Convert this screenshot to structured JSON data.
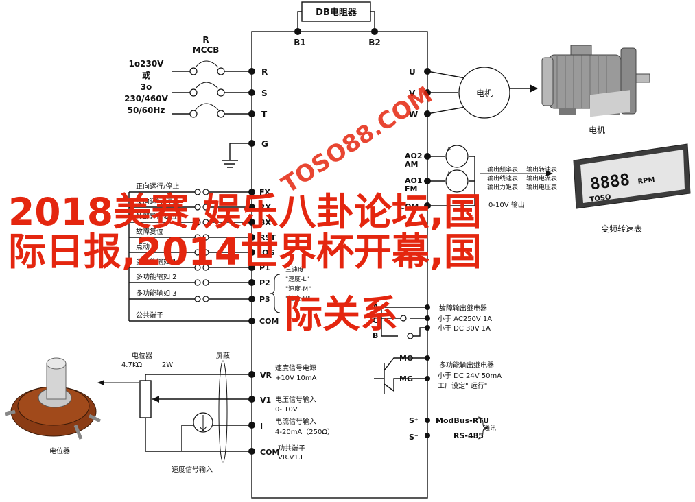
{
  "top_box": {
    "label": "DB电阻器",
    "b1": "B1",
    "b2": "B2"
  },
  "power": {
    "r_label": "R",
    "mccb": "MCCB",
    "input_lines": [
      "1o230V",
      "或",
      "3o",
      "230/460V",
      "50/60Hz"
    ],
    "terminals": [
      "R",
      "S",
      "T"
    ],
    "ground": "G"
  },
  "motor_out": {
    "terminals": [
      "U",
      "V",
      "W"
    ],
    "motor_circle": "电机",
    "motor_caption": "电机"
  },
  "analog_out": {
    "ao2_lines": [
      "AO2",
      "AM"
    ],
    "ao1_lines": [
      "AO1",
      "FM"
    ],
    "com": "COM",
    "desc_lines": [
      "输出频率表",
      "输出线速表",
      "输出力矩表"
    ],
    "desc2_lines": [
      "输出转速表",
      "输出电流表",
      "输出电压表"
    ],
    "range": "0-10V 输出"
  },
  "meter": {
    "brand": "TOSO",
    "digits": "8888",
    "unit": "RPM",
    "caption": "变频转速表"
  },
  "digital_in": {
    "labels": [
      "正向运行/停止",
      "反向运行/停止",
      "外部异常复位",
      "故障复位",
      "点动",
      "多功能输如 1",
      "多功能输如 2",
      "多功能输如 3",
      "公共端子"
    ],
    "terminals": [
      "FX",
      "RX",
      "BX",
      "RST",
      "JOG",
      "P1",
      "P2",
      "P3",
      "COM"
    ],
    "speed_title": "三速度",
    "speeds": [
      "\"速度-L\"",
      "\"速度-M\"",
      "\"速度-H\""
    ]
  },
  "fault_relay": {
    "terminals": [
      "A",
      "C",
      "B"
    ],
    "lines": [
      "故障输出继电器",
      "小于 AC250V 1A",
      "小于 DC 30V 1A"
    ]
  },
  "mo_relay": {
    "terminals": [
      "MO",
      "MG"
    ],
    "lines": [
      "多功能输出继电器",
      "小于 DC 24V 50mA",
      "工厂设定\" 运行\""
    ]
  },
  "comm": {
    "s_plus": "S⁺",
    "s_minus": "S⁻",
    "lines": [
      "ModBus-RTU",
      "RS-485"
    ],
    "label": "通讯"
  },
  "speed_input": {
    "pot_title": "电位器",
    "pot_value": "4.7KΩ",
    "pot_power": "2W",
    "shield": "屏蔽",
    "terminals": [
      "VR",
      "V1",
      "I",
      "COM"
    ],
    "vr_lines": [
      "速度信号电源",
      "+10V 10mA"
    ],
    "v1_lines": [
      "电压信号输入",
      "0- 10V"
    ],
    "i_lines": [
      "电流信号输入",
      "4-20mA（250Ω）"
    ],
    "com_lines": [
      "功共端子",
      "VR.V1.I"
    ],
    "bottom_caption": "速度信号输入",
    "pot_caption": "电位器"
  },
  "watermark": "TOSO88.COM",
  "overlay_lines": [
    "2018美赛,娱乐八卦论坛,国",
    "际日报,2014世界杯开幕,国",
    "际关系"
  ]
}
